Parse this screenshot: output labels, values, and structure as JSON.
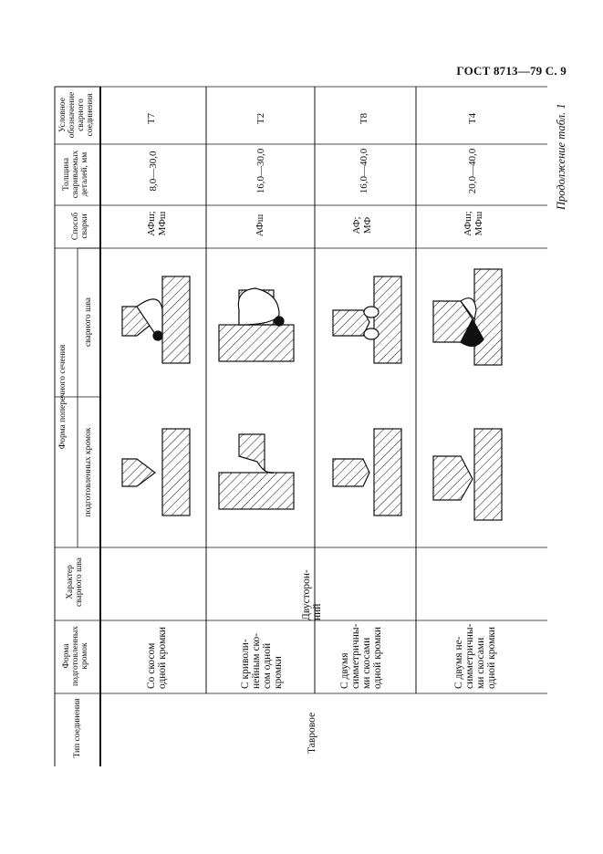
{
  "page": {
    "header": "ГОСТ 8713—79 С. 9",
    "continuation": "Продолжение табл. 1"
  },
  "columns": {
    "joint_type": "Тип соединения",
    "edge_form": "Форма подготовленных кромок",
    "weld_character": "Характер сварного шва",
    "cross_section": "Форма поперечного сечения",
    "prepared_edges": "подготовленных кромок",
    "weld_seam": "сварного шва",
    "method": "Способ сварки",
    "thickness": "Толщина свариваемых деталей, мм",
    "designation": "Условное обозначение сварного соединения"
  },
  "joint_type_value": "Тавровое",
  "weld_character_value": "Двусторон-\nний",
  "rows": [
    {
      "edge_form": "Со скосом\nодной кромки",
      "method": "АФш;\nМФш",
      "thickness": "8,0—30,0",
      "designation": "Т7"
    },
    {
      "edge_form": "С криволи-\nнейным ско-\nсом одной\nкромки",
      "method": "АФш",
      "thickness": "16,0—30,0",
      "designation": "Т2"
    },
    {
      "edge_form": "С двумя\nсимметричны-\nми скосами\nодной кромки",
      "method": "АФ;\nМФ",
      "thickness": "16,0—40,0",
      "designation": "Т8"
    },
    {
      "edge_form": "С двумя не-\nсимметричны-\nми скосами\nодной кромки",
      "method": "АФш;\nМФш",
      "thickness": "20,0—40,0",
      "designation": "Т4"
    }
  ]
}
